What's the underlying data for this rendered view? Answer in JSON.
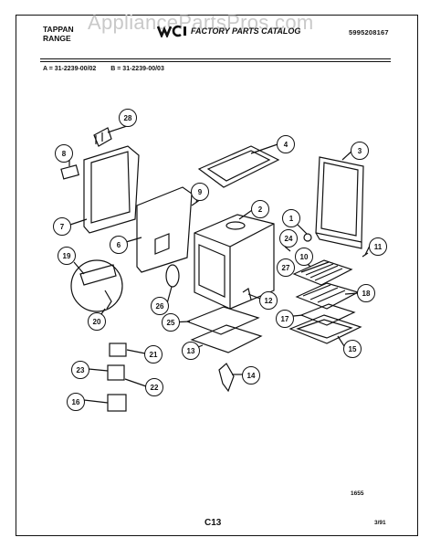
{
  "header": {
    "brand_line1": "TAPPAN",
    "brand_line2": "RANGE",
    "catalog_title": "FACTORY PARTS CATALOG",
    "catalog_number": "5995208167",
    "watermark": "AppliancePartsPros.com"
  },
  "models": {
    "a": "A = 31-2239-00/02",
    "b": "B = 31-2239-00/03"
  },
  "callouts": [
    "28",
    "8",
    "7",
    "6",
    "9",
    "4",
    "3",
    "2",
    "1",
    "24",
    "11",
    "27",
    "10",
    "26",
    "12",
    "18",
    "19",
    "20",
    "25",
    "17",
    "13",
    "15",
    "21",
    "23",
    "22",
    "14",
    "16"
  ],
  "footer": {
    "code": "1655",
    "page": "C13",
    "date": "3/91"
  },
  "colors": {
    "ink": "#111111",
    "watermark": "#c9c9c9",
    "paper": "#ffffff"
  }
}
